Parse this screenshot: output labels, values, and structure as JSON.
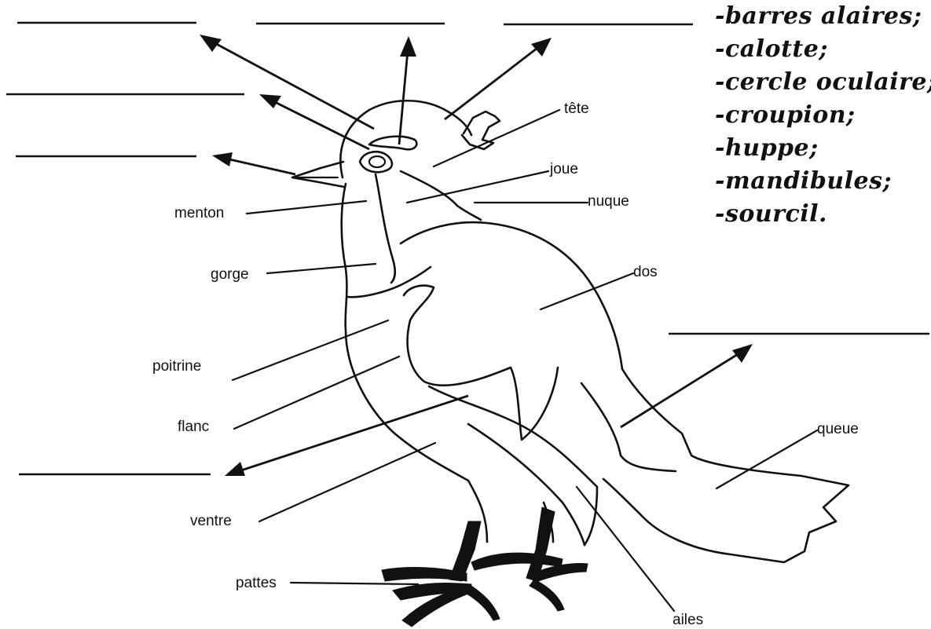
{
  "labels": {
    "tete": "tête",
    "joue": "joue",
    "nuque": "nuque",
    "menton": "menton",
    "gorge": "gorge",
    "dos": "dos",
    "poitrine": "poitrine",
    "flanc": "flanc",
    "queue": "queue",
    "ventre": "ventre",
    "pattes": "pattes",
    "ailes": "ailes"
  },
  "word_bank": [
    "-barres alaires;",
    "-calotte;",
    "-cercle oculaire;",
    "-croupion;",
    "-huppe;",
    "-mandibules;",
    "-sourcil."
  ],
  "blanks": [
    "",
    "",
    "",
    "",
    "",
    "",
    ""
  ]
}
